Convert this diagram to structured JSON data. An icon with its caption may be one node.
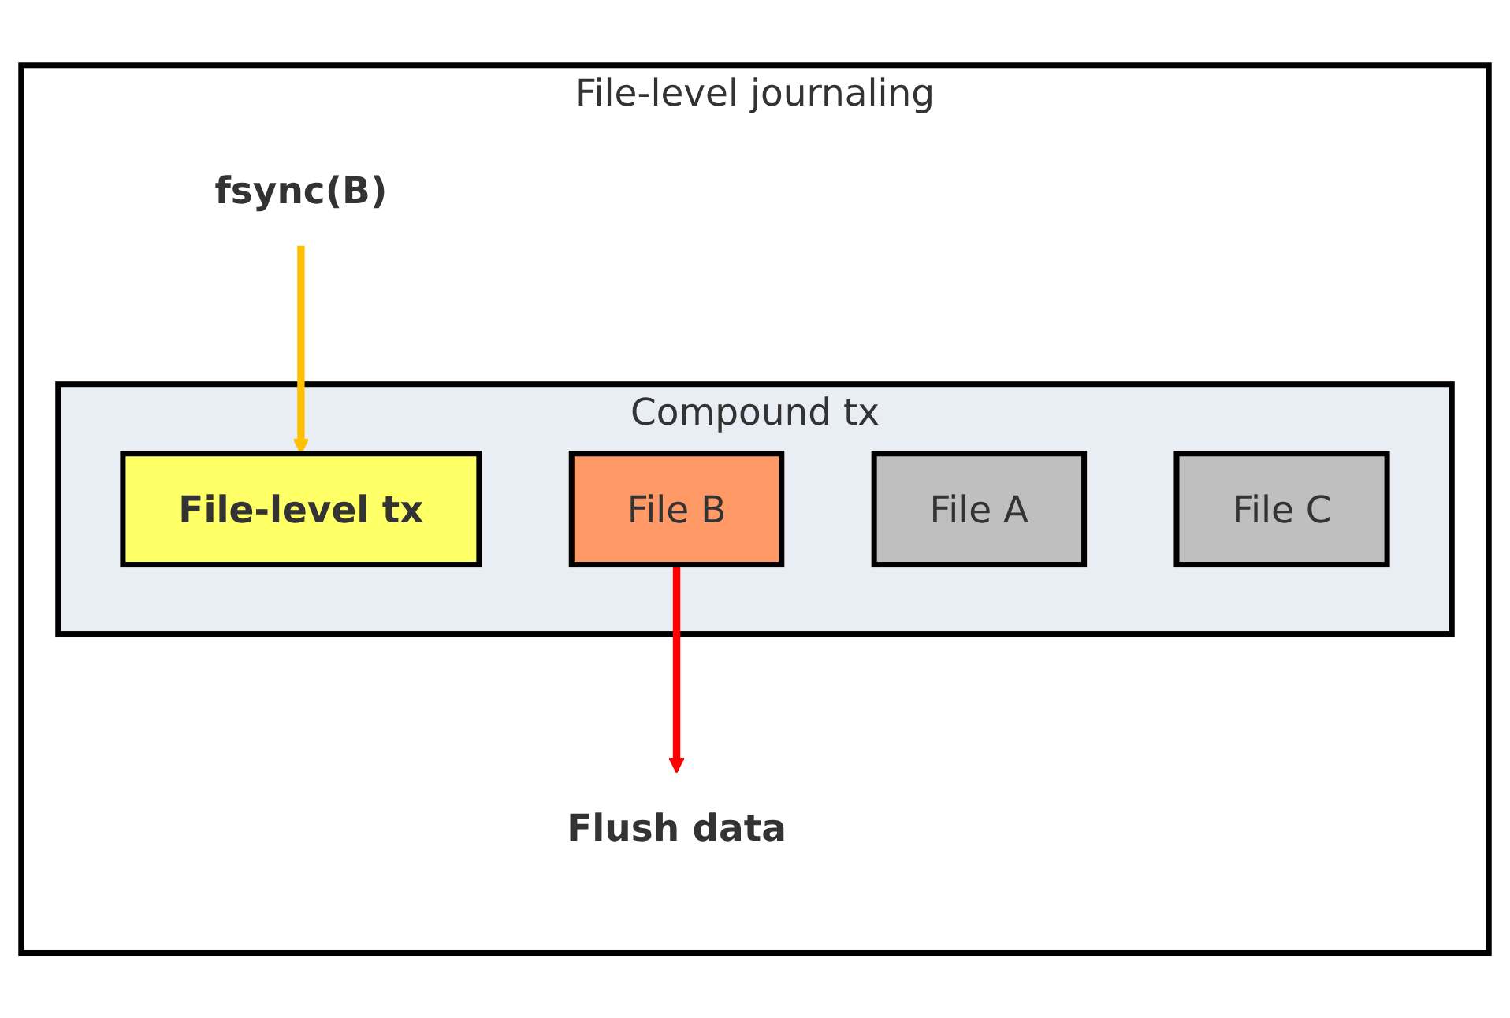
{
  "diagram": {
    "nodes": [
      {
        "text": [
          "File-level journaling"
        ]
      },
      {
        "text": [
          "fsync(B)"
        ],
        "in": 0
      },
      {
        "text": [
          "Compound tx"
        ],
        "in": 0
      },
      {
        "text": [
          "File-level tx"
        ],
        "in": 2
      },
      {
        "text": [
          "File A"
        ],
        "in": 2
      },
      {
        "text": [
          "File B"
        ],
        "in": 2
      },
      {
        "text": [
          "File C"
        ],
        "in": 2
      },
      {
        "text": [
          "Flush data"
        ],
        "in": 0
      }
    ],
    "edges": [
      {
        "from": 1,
        "to": 3,
        "arrow": "to",
        "color": "#ffc000"
      },
      {
        "from": 5,
        "to": 7,
        "arrow": "to",
        "color": "#ff0000"
      }
    ]
  }
}
